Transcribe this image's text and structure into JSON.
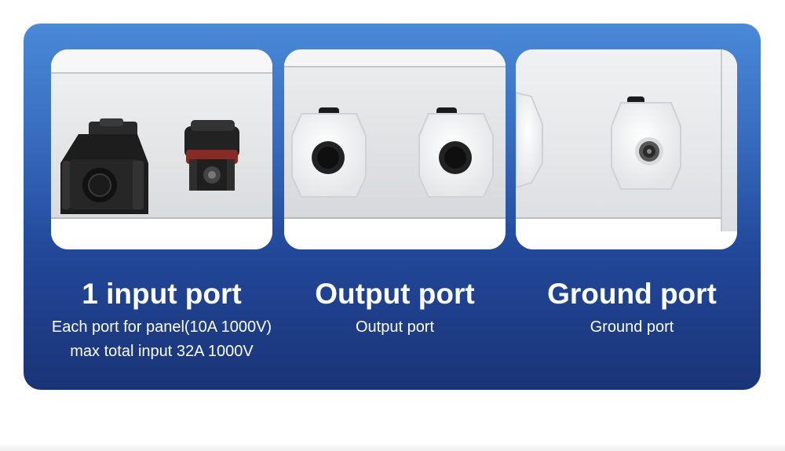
{
  "ports": [
    {
      "title": "1 input port",
      "description": [
        "Each port for panel(10A 1000V)",
        "max total input 32A 1000V"
      ],
      "image_icon": "mc4-connector-pair-icon"
    },
    {
      "title": "Output port",
      "description": [
        "Output port"
      ],
      "image_icon": "cable-gland-pair-icon"
    },
    {
      "title": "Ground port",
      "description": [
        "Ground port"
      ],
      "image_icon": "ground-cable-gland-icon"
    }
  ],
  "colors": {
    "panel_top": "#4a8ad8",
    "panel_bottom": "#1a3477",
    "text": "#ffffff",
    "enclosure": "#e3e5e7"
  }
}
